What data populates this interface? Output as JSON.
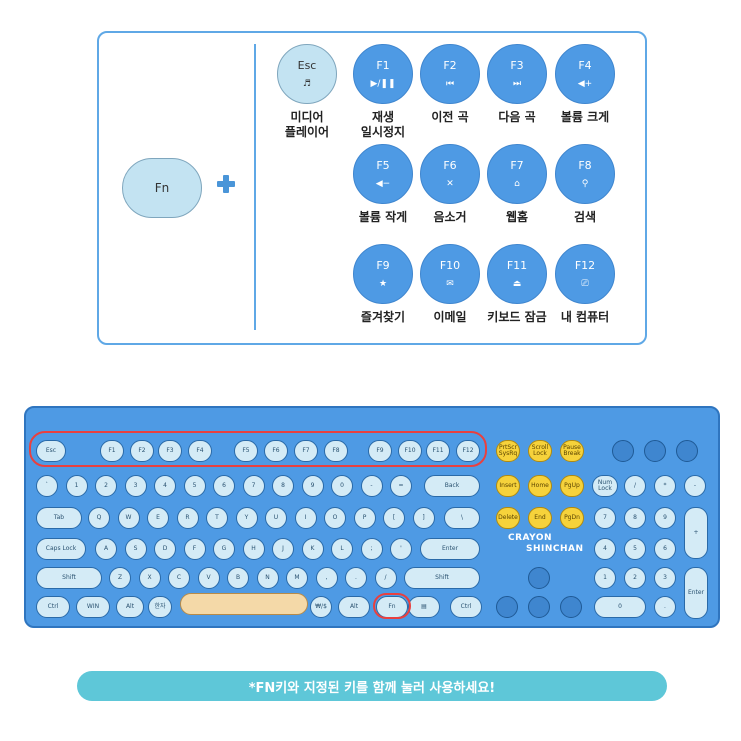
{
  "legend": {
    "fn_label": "Fn",
    "keys": [
      {
        "name": "Esc",
        "icon": "♬",
        "label1": "미디어",
        "label2": "플레이어"
      },
      {
        "name": "F1",
        "icon": "▶/❚❚",
        "label1": "재생",
        "label2": "일시정지"
      },
      {
        "name": "F2",
        "icon": "⏮",
        "label1": "이전 곡",
        "label2": ""
      },
      {
        "name": "F3",
        "icon": "⏭",
        "label1": "다음 곡",
        "label2": ""
      },
      {
        "name": "F4",
        "icon": "◀+",
        "label1": "볼륨 크게",
        "label2": ""
      },
      {
        "name": "F5",
        "icon": "◀−",
        "label1": "볼륨 작게",
        "label2": ""
      },
      {
        "name": "F6",
        "icon": "✕",
        "label1": "음소거",
        "label2": ""
      },
      {
        "name": "F7",
        "icon": "⌂",
        "label1": "웹홈",
        "label2": ""
      },
      {
        "name": "F8",
        "icon": "⚲",
        "label1": "검색",
        "label2": ""
      },
      {
        "name": "F9",
        "icon": "★",
        "label1": "즐겨찾기",
        "label2": ""
      },
      {
        "name": "F10",
        "icon": "✉",
        "label1": "이메일",
        "label2": ""
      },
      {
        "name": "F11",
        "icon": "⏏",
        "label1": "키보드 잠금",
        "label2": ""
      },
      {
        "name": "F12",
        "icon": "⎚",
        "label1": "내 컴퓨터",
        "label2": ""
      }
    ]
  },
  "keyboard": {
    "brand_line1": "CRAYON",
    "brand_line2": "SHINCHAN",
    "fn_row": [
      "Esc",
      "F1",
      "F2",
      "F3",
      "F4",
      "F5",
      "F6",
      "F7",
      "F8",
      "F9",
      "F10",
      "F11",
      "F12"
    ],
    "row_numbers": [
      "`",
      "1",
      "2",
      "3",
      "4",
      "5",
      "6",
      "7",
      "8",
      "9",
      "0",
      "-",
      "=",
      "Back"
    ],
    "row_q": [
      "Tab",
      "Q",
      "W",
      "E",
      "R",
      "T",
      "Y",
      "U",
      "I",
      "O",
      "P",
      "[",
      "]",
      "\\"
    ],
    "row_a": [
      "Caps Lock",
      "A",
      "S",
      "D",
      "F",
      "G",
      "H",
      "J",
      "K",
      "L",
      ";",
      "'",
      "Enter"
    ],
    "row_z": [
      "Shift",
      "Z",
      "X",
      "C",
      "V",
      "B",
      "N",
      "M",
      ",",
      ".",
      "/",
      "Shift"
    ],
    "row_bottom": [
      "Ctrl",
      "WIN",
      "Alt",
      "한자",
      "₩/$",
      "Alt",
      "Fn",
      "▤",
      "Ctrl"
    ],
    "yellow_top": [
      "PrtScr SysRq",
      "Scroll Lock",
      "Pause Break"
    ],
    "yellow_mid1": [
      "Insert",
      "Home",
      "PgUp"
    ],
    "yellow_mid2": [
      "Delete",
      "End",
      "PgDn"
    ],
    "numpad": [
      "Num Lock",
      "/",
      "*",
      "-",
      "7",
      "8",
      "9",
      "+",
      "4",
      "5",
      "6",
      "1",
      "2",
      "3",
      "Enter",
      "0",
      "."
    ]
  },
  "note": "*FN키와 지정된 키를 함께 눌러 사용하세요!",
  "colors": {
    "key_blue": "#4e9ae4",
    "key_light": "#c3e3f2",
    "highlight_red": "#e9403f",
    "note_bg": "#5ec7d8",
    "yellow": "#f6d23b"
  }
}
